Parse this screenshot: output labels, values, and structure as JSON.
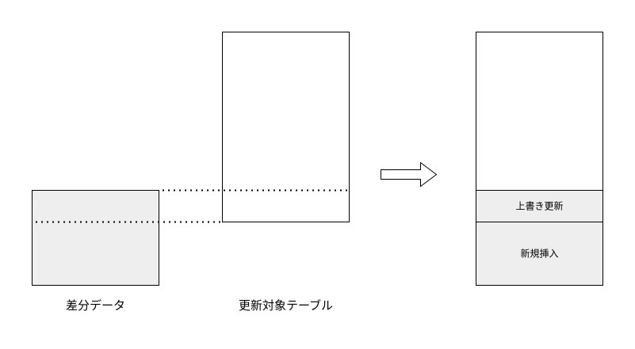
{
  "diff_data": {
    "label": "差分データ"
  },
  "target_table": {
    "label": "更新対象テーブル"
  },
  "result_table": {
    "overwrite_label": "上書き更新",
    "insert_label": "新規挿入"
  },
  "colors": {
    "box_fill_gray": "#eeeeee",
    "box_fill_white": "#ffffff",
    "stroke": "#000000",
    "background": "#ffffff"
  },
  "icons": {
    "arrow": "right-arrow-icon"
  }
}
